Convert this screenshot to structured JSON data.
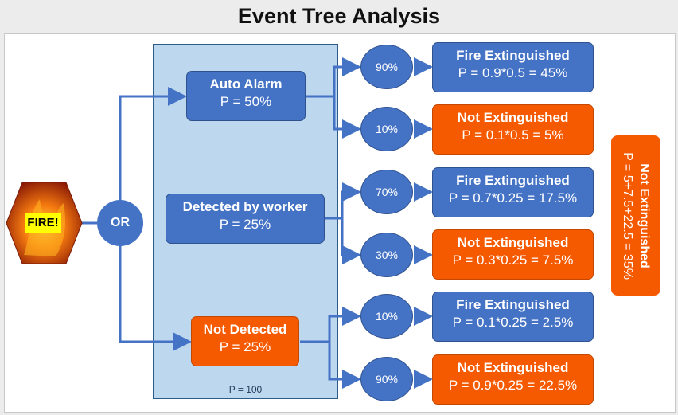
{
  "title": "Event Tree Analysis",
  "fire_label": "FIRE!",
  "or_label": "OR",
  "panel_label": "P = 100",
  "branches": [
    {
      "title": "Auto Alarm",
      "prob": "P = 50%"
    },
    {
      "title": "Detected by worker",
      "prob": "P = 25%"
    },
    {
      "title": "Not Detected",
      "prob": "P = 25%"
    }
  ],
  "percents": [
    "90%",
    "10%",
    "70%",
    "30%",
    "10%",
    "90%"
  ],
  "outcomes": [
    {
      "title": "Fire Extinguished",
      "formula": "P = 0.9*0.5 = 45%"
    },
    {
      "title": "Not Extinguished",
      "formula": "P = 0.1*0.5 = 5%"
    },
    {
      "title": "Fire Extinguished",
      "formula": "P = 0.7*0.25 = 17.5%"
    },
    {
      "title": "Not Extinguished",
      "formula": "P = 0.3*0.25 = 7.5%"
    },
    {
      "title": "Fire Extinguished",
      "formula": "P = 0.1*0.25 = 2.5%"
    },
    {
      "title": "Not Extinguished",
      "formula": "P = 0.9*0.25 = 22.5%"
    }
  ],
  "summary": {
    "title": "Not Extinguished",
    "formula": "P = 5+7.5+22.5 = 35%"
  },
  "colors": {
    "blue": "#4472c4",
    "orange": "#f55a00",
    "panel": "#bdd7ee",
    "line": "#4472c4"
  }
}
